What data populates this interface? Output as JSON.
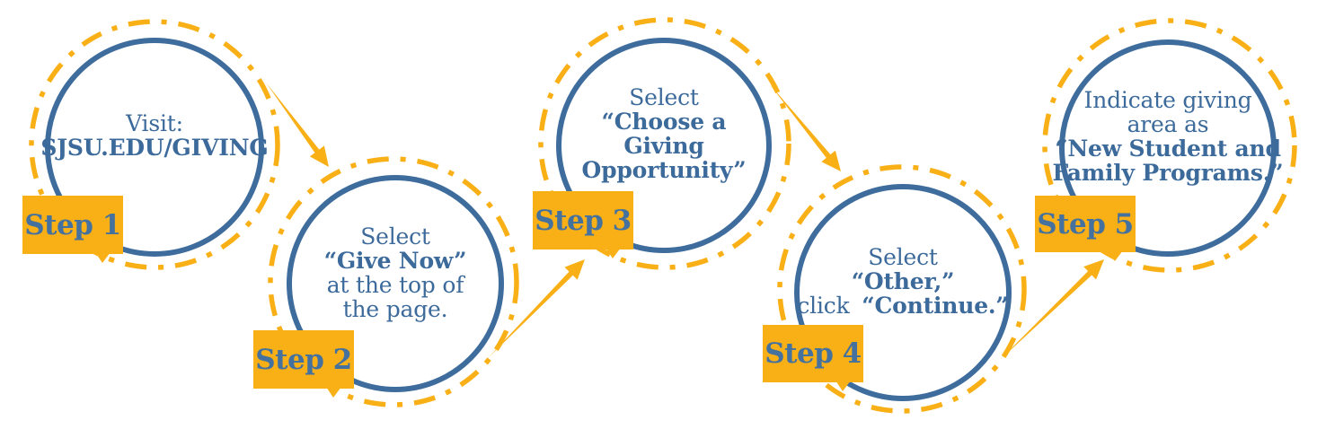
{
  "palette": {
    "gold": "#F9B017",
    "blue": "#3E6C9C",
    "text_blue": "#3C6A9B",
    "badge_text_blue": "#45719E",
    "background": "#FFFFFF"
  },
  "steps": [
    {
      "label": "Step 1",
      "lines": [
        {
          "text": "Visit:",
          "bold": false
        },
        {
          "text": "SJSU.EDU/GIVING",
          "bold": true
        }
      ]
    },
    {
      "label": "Step 2",
      "lines": [
        {
          "text": "Select",
          "bold": false
        },
        {
          "text": "“Give Now”",
          "bold": true
        },
        {
          "text": "at the top of",
          "bold": false
        },
        {
          "text": "the page.",
          "bold": false
        }
      ]
    },
    {
      "label": "Step 3",
      "lines": [
        {
          "text": "Select",
          "bold": false
        },
        {
          "text": "“Choose a",
          "bold": true
        },
        {
          "text": "Giving",
          "bold": true
        },
        {
          "text": "Opportunity”",
          "bold": true
        }
      ]
    },
    {
      "label": "Step 4",
      "lines": [
        {
          "text": "Select",
          "bold": false
        },
        {
          "text": "“Other,”",
          "bold": true
        },
        {
          "text": "click",
          "bold": false,
          "bold_suffix": "“Continue.”"
        }
      ]
    },
    {
      "label": "Step 5",
      "lines": [
        {
          "text": "Indicate giving",
          "bold": false
        },
        {
          "text": "area as",
          "bold": false
        },
        {
          "text": "“New Student and",
          "bold": true
        },
        {
          "text": "Family Programs.”",
          "bold": true
        }
      ]
    }
  ]
}
